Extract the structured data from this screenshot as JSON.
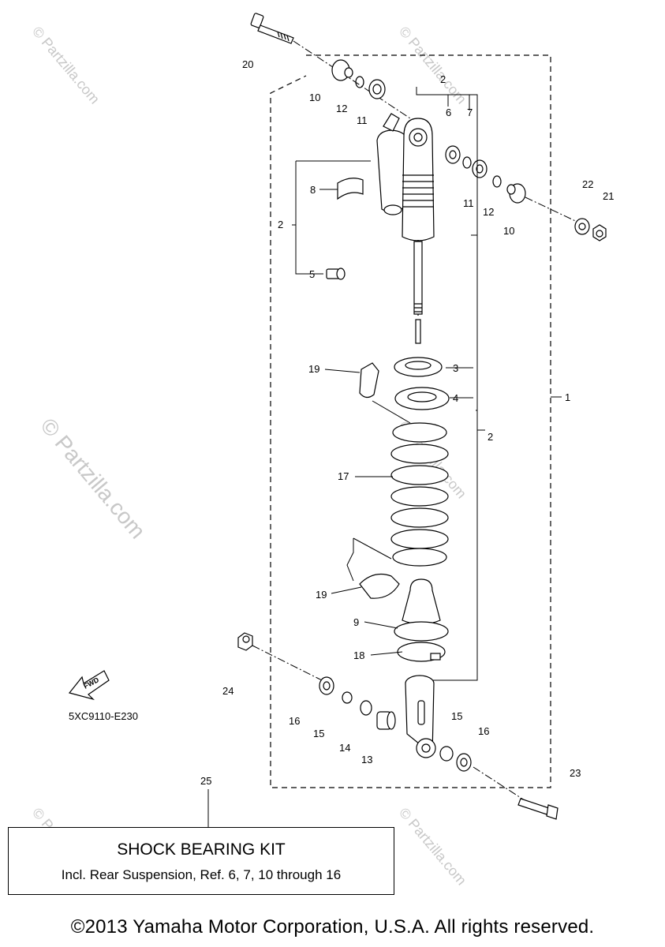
{
  "callouts": {
    "c1": "1",
    "c2a": "2",
    "c2b": "2",
    "c2c": "2",
    "c3": "3",
    "c4": "4",
    "c5": "5",
    "c6": "6",
    "c7": "7",
    "c8": "8",
    "c9": "9",
    "c10a": "10",
    "c10b": "10",
    "c11a": "11",
    "c11b": "11",
    "c12a": "12",
    "c12b": "12",
    "c13": "13",
    "c14": "14",
    "c15a": "15",
    "c15b": "15",
    "c16a": "16",
    "c16b": "16",
    "c17": "17",
    "c18": "18",
    "c19a": "19",
    "c19b": "19",
    "c20": "20",
    "c21": "21",
    "c22": "22",
    "c23": "23",
    "c24": "24",
    "c25": "25"
  },
  "fwd_label": "FWD",
  "diagram_code": "5XC9110-E230",
  "watermark": "© Partzilla.com",
  "kit": {
    "title": "SHOCK BEARING KIT",
    "description": "Incl. Rear Suspension, Ref. 6, 7, 10 through 16"
  },
  "copyright": "©2013 Yamaha Motor Corporation, U.S.A. All rights reserved."
}
